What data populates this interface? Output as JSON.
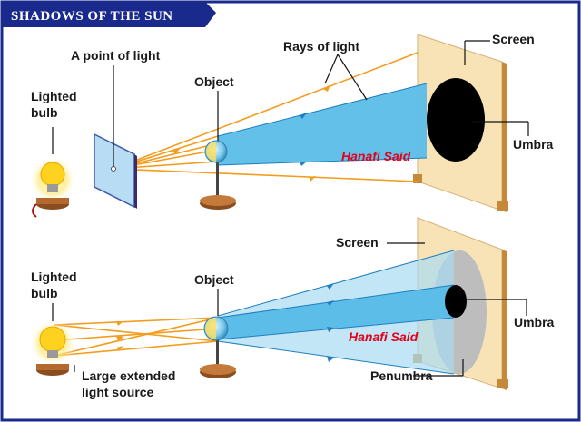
{
  "title": "SHADOWS OF THE SUN",
  "top_panel": {
    "source_label": "A point of light",
    "bulb_label_line1": "Lighted",
    "bulb_label_line2": "bulb",
    "rays_label": "Rays of light",
    "object_label": "Object",
    "screen_label": "Screen",
    "umbra_label": "Umbra",
    "watermark": "Hanafi Said"
  },
  "bottom_panel": {
    "bulb_label_line1": "Lighted",
    "bulb_label_line2": "bulb",
    "object_label": "Object",
    "screen_label": "Screen",
    "umbra_label": "Umbra",
    "penumbra_label": "Penumbra",
    "source_label_line1": "Large extended",
    "source_label_line2": "light source",
    "watermark": "Hanafi Said"
  },
  "colors": {
    "frame": "#1a2a8c",
    "title_bg": "#1a2a8c",
    "beam": "#5bbde8",
    "ray": "#f39c1e",
    "screen": "#f7e3b5",
    "umbra": "#000000",
    "penumbra": "#bdbdbd",
    "watermark": "#e3001b"
  }
}
